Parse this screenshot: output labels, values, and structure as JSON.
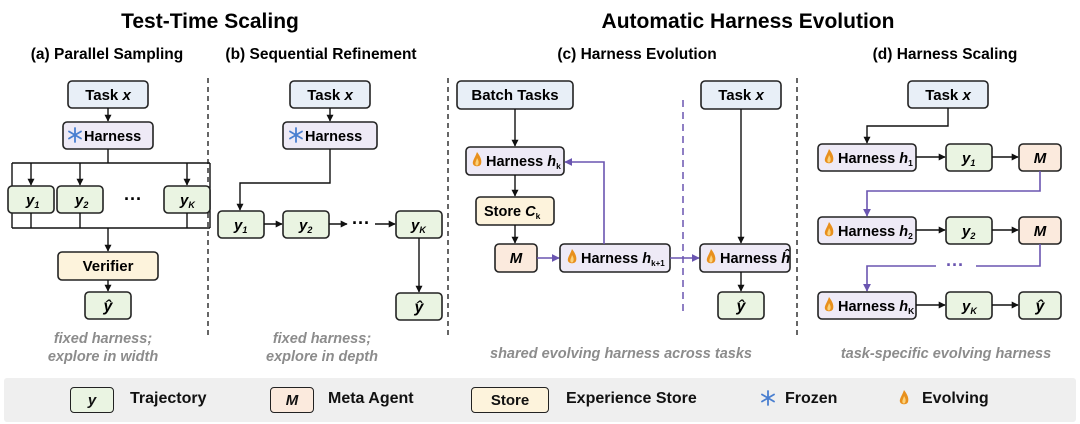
{
  "headings": {
    "test_time": "Test-Time Scaling",
    "auto_harness": "Automatic Harness Evolution"
  },
  "panels": {
    "a": "(a) Parallel Sampling",
    "b": "(b) Sequential Refinement",
    "c": "(c) Harness Evolution",
    "d": "(d) Harness Scaling"
  },
  "nodes": {
    "task": "Task",
    "task_var": "x",
    "harness": "Harness",
    "y": "y",
    "y_hat": "ŷ",
    "dots": "···",
    "verifier": "Verifier",
    "batch_tasks": "Batch Tasks",
    "store": "Store",
    "store_var": "C",
    "meta": "M",
    "h": "h",
    "sub_1": "1",
    "sub_2": "2",
    "sub_k": "K",
    "sub_k_lower": "k",
    "sub_k1": "k+1",
    "h_hat": "ĥ"
  },
  "captions": {
    "a_line1": "fixed harness;",
    "a_line2": "explore in width",
    "b_line1": "fixed harness;",
    "b_line2": "explore in depth",
    "c": "shared evolving harness across tasks",
    "d": "task-specific evolving harness"
  },
  "legend": {
    "y_box": "y",
    "trajectory": "Trajectory",
    "m_box": "M",
    "meta_agent": "Meta Agent",
    "store_box": "Store",
    "experience_store": "Experience Store",
    "frozen": "Frozen",
    "evolving": "Evolving"
  },
  "colors": {
    "task_fill": "#e8eff7",
    "harness_fill": "#eeeaf6",
    "y_fill": "#eaf4e2",
    "cream_fill": "#fdf3dc",
    "m_fill": "#fbeadd",
    "purple": "#6a55b0",
    "frozen": "#4a7fd0",
    "evolving": "#e8901c"
  }
}
